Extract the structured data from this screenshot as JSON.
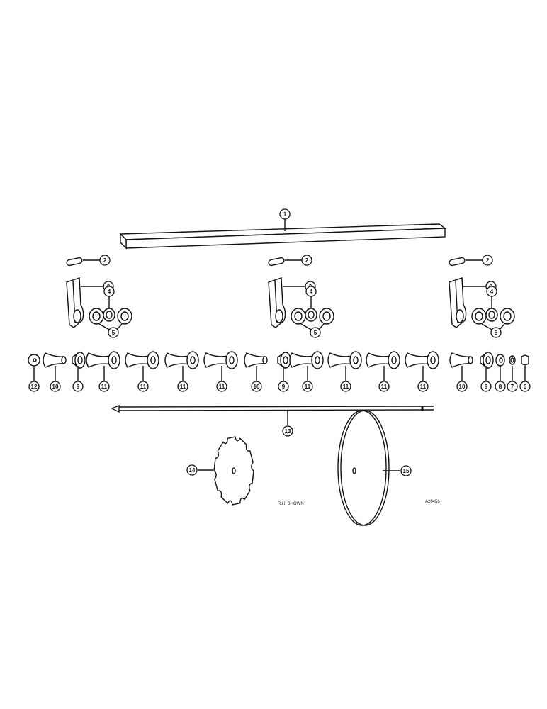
{
  "diagram": {
    "callouts": {
      "frame_bar": "1",
      "top_callouts": [
        "2",
        "3",
        "4",
        "5",
        "2",
        "3",
        "4",
        "5",
        "2",
        "3",
        "4",
        "5"
      ],
      "gang_row": [
        "12",
        "10",
        "9",
        "11",
        "11",
        "11",
        "11",
        "10",
        "9",
        "11",
        "11",
        "11",
        "11",
        "10",
        "9",
        "8",
        "7",
        "6"
      ],
      "shaft": "13",
      "notched_disc": "14",
      "plain_disc": "15"
    },
    "note": "R.H. SHOWN",
    "drawing_number": "A20456"
  }
}
